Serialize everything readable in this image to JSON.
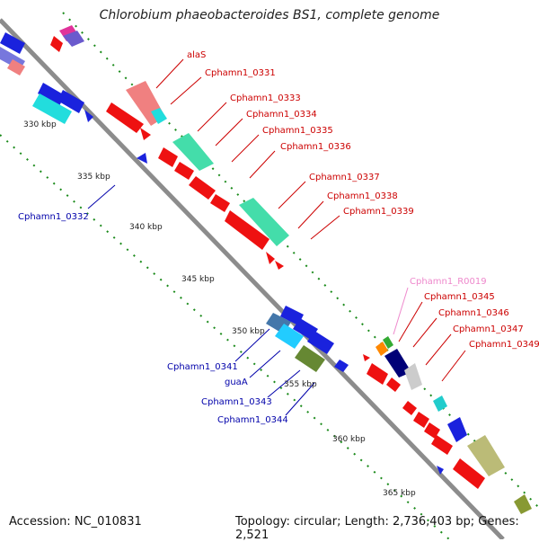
{
  "title": "Chlorobium phaeobacteroides BS1, complete genome",
  "accession": "Accession: NC_010831",
  "topology": "Topology: circular; Length: 2,736,403 bp; Genes: 2,521",
  "colors": {
    "backbone": "#8c8c8c",
    "label_red": "#cc0000",
    "label_blue": "#0000aa",
    "label_pink": "#ee88cc",
    "tick_green": "#1a8a1a"
  },
  "scale_labels": [
    "330 kbp",
    "335 kbp",
    "340 kbp",
    "345 kbp",
    "350 kbp",
    "355 kbp",
    "360 kbp",
    "365 kbp"
  ],
  "gene_labels_outer": [
    "alaS",
    "Cphamn1_0331",
    "Cphamn1_0333",
    "Cphamn1_0334",
    "Cphamn1_0335",
    "Cphamn1_0336",
    "Cphamn1_0337",
    "Cphamn1_0338",
    "Cphamn1_0339"
  ],
  "gene_labels_right": [
    "Cphamn1_R0019",
    "Cphamn1_0345",
    "Cphamn1_0346",
    "Cphamn1_0347",
    "Cphamn1_0349"
  ],
  "gene_labels_inner": [
    "Cphamn1_0332",
    "Cphamn1_0341",
    "guaA",
    "Cphamn1_0343",
    "Cphamn1_0344"
  ]
}
